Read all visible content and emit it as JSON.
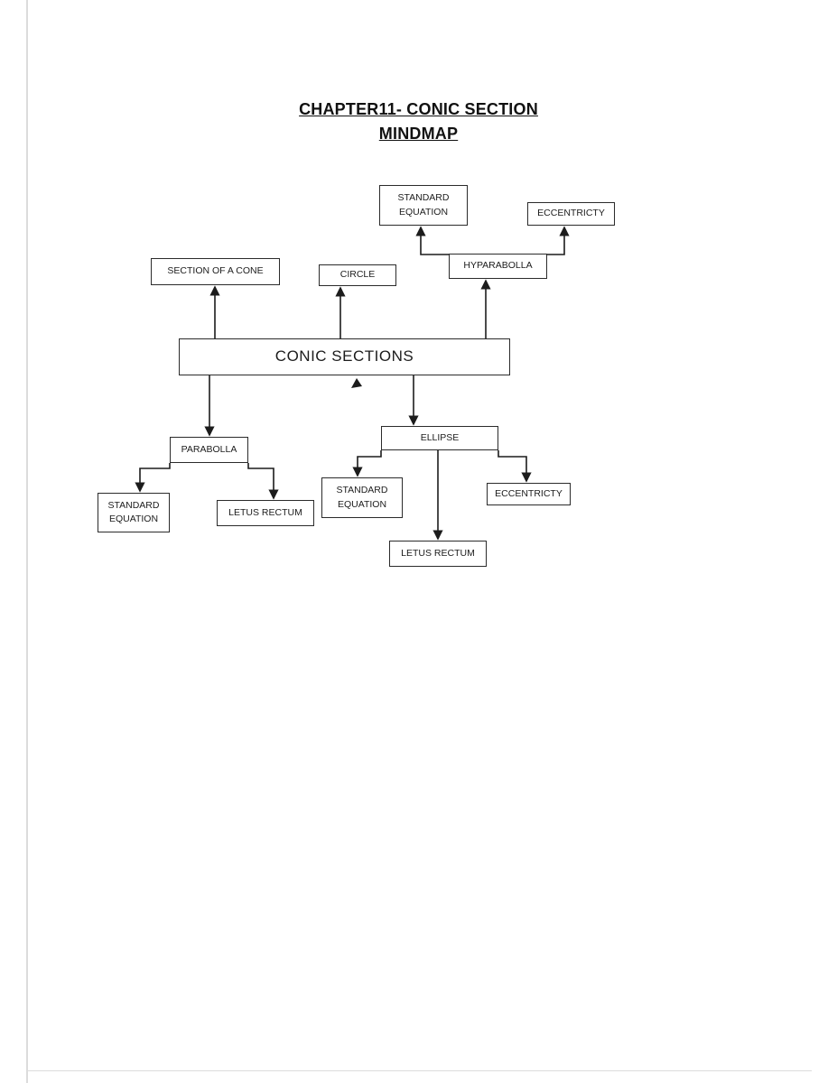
{
  "title": {
    "line1": "CHAPTER11- CONIC SECTION",
    "line2": "MINDMAP"
  },
  "nodes": {
    "conic_sections": "CONIC SECTIONS",
    "section_of_a_cone": "SECTION OF A CONE",
    "circle": "CIRCLE",
    "hyparabolla": "HYPARABOLLA",
    "hyparabolla_standard_equation": "STANDARD EQUATION",
    "hyparabolla_eccentricty": "ECCENTRICTY",
    "parabolla": "PARABOLLA",
    "parabolla_standard_equation": "STANDARD EQUATION",
    "parabolla_letus_rectum": "LETUS RECTUM",
    "ellipse": "ELLIPSE",
    "ellipse_standard_equation": "STANDARD EQUATION",
    "ellipse_eccentricty": "ECCENTRICTY",
    "ellipse_letus_rectum": "LETUS RECTUM"
  },
  "edges": [
    {
      "from": "conic_sections",
      "to": "section_of_a_cone"
    },
    {
      "from": "conic_sections",
      "to": "circle"
    },
    {
      "from": "conic_sections",
      "to": "hyparabolla"
    },
    {
      "from": "conic_sections",
      "to": "parabolla"
    },
    {
      "from": "conic_sections",
      "to": "ellipse"
    },
    {
      "from": "hyparabolla",
      "to": "hyparabolla_standard_equation"
    },
    {
      "from": "hyparabolla",
      "to": "hyparabolla_eccentricty"
    },
    {
      "from": "parabolla",
      "to": "parabolla_standard_equation"
    },
    {
      "from": "parabolla",
      "to": "parabolla_letus_rectum"
    },
    {
      "from": "ellipse",
      "to": "ellipse_standard_equation"
    },
    {
      "from": "ellipse",
      "to": "ellipse_letus_rectum"
    },
    {
      "from": "ellipse",
      "to": "ellipse_eccentricty"
    }
  ],
  "colors": {
    "line": "#1c1c1c",
    "box_border": "#2b2b2b",
    "background": "#ffffff"
  }
}
